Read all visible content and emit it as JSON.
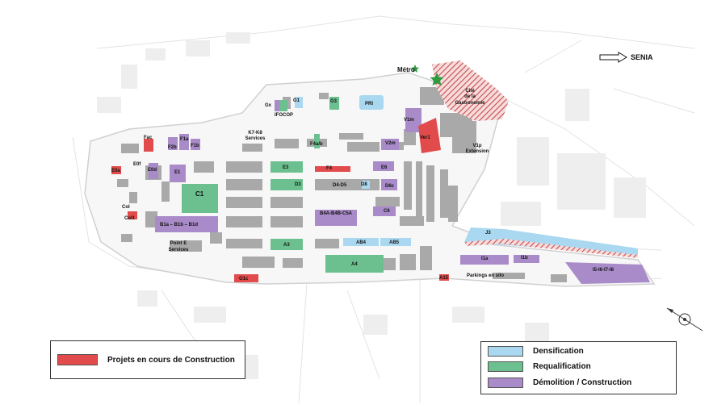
{
  "direction_label": "SENIA",
  "metro_label": "Métro",
  "legend_left": {
    "items": [
      {
        "label": "Projets en cours de Construction",
        "color": "#e14b4b"
      }
    ]
  },
  "legend_right": {
    "items": [
      {
        "label": "Densification",
        "color": "#a9d8f0"
      },
      {
        "label": "Requalification",
        "color": "#6cc08f"
      },
      {
        "label": "Démolition / Construction",
        "color": "#a98bc9"
      }
    ]
  },
  "colors": {
    "construction": "#e14b4b",
    "densification": "#a9d8f0",
    "requalification": "#6cc08f",
    "demolition": "#a98bc9",
    "existing_building": "#a9a9a9",
    "hatch": "#c94b4b",
    "metro_star": "#2f9a3f"
  },
  "zones": [
    {
      "label": "Gx",
      "category": "existing"
    },
    {
      "label": "G1",
      "category": "densification"
    },
    {
      "label": "G3",
      "category": "requalification"
    },
    {
      "label": "PRI",
      "category": "densification"
    },
    {
      "label": "IFOCOP",
      "category": "requalification"
    },
    {
      "label": "V1m",
      "category": "demolition"
    },
    {
      "label": "Ver1",
      "category": "construction"
    },
    {
      "label": "Cité de la Gastronomie",
      "category": "construction_hatched"
    },
    {
      "label": "V1p Extension",
      "category": "existing"
    },
    {
      "label": "V2m",
      "category": "demolition"
    },
    {
      "label": "K7-K8 Services",
      "category": "existing"
    },
    {
      "label": "F4a/b",
      "category": "requalification"
    },
    {
      "label": "Fac",
      "category": "construction"
    },
    {
      "label": "F2b",
      "category": "demolition"
    },
    {
      "label": "F1a",
      "category": "demolition"
    },
    {
      "label": "F1b",
      "category": "demolition"
    },
    {
      "label": "E0a",
      "category": "construction"
    },
    {
      "label": "E0f",
      "category": "existing"
    },
    {
      "label": "E0d",
      "category": "demolition"
    },
    {
      "label": "E1",
      "category": "demolition"
    },
    {
      "label": "E3",
      "category": "requalification"
    },
    {
      "label": "F4",
      "category": "construction"
    },
    {
      "label": "E6",
      "category": "demolition"
    },
    {
      "label": "C1",
      "category": "requalification"
    },
    {
      "label": "D3",
      "category": "requalification"
    },
    {
      "label": "D4-D5",
      "category": "existing"
    },
    {
      "label": "D8",
      "category": "densification"
    },
    {
      "label": "D6c",
      "category": "demolition"
    },
    {
      "label": "Col",
      "category": "existing"
    },
    {
      "label": "Col1",
      "category": "construction"
    },
    {
      "label": "B1a – B1b – B1d",
      "category": "demolition"
    },
    {
      "label": "B4A-B4B-C5A",
      "category": "demolition"
    },
    {
      "label": "C6",
      "category": "demolition"
    },
    {
      "label": "Point E Services",
      "category": "existing"
    },
    {
      "label": "A3",
      "category": "requalification"
    },
    {
      "label": "AB4",
      "category": "densification"
    },
    {
      "label": "AB5",
      "category": "densification"
    },
    {
      "label": "A4",
      "category": "requalification"
    },
    {
      "label": "O1c",
      "category": "construction"
    },
    {
      "label": "A15",
      "category": "construction"
    },
    {
      "label": "J3",
      "category": "densification"
    },
    {
      "label": "I1a",
      "category": "demolition"
    },
    {
      "label": "I1b",
      "category": "demolition"
    },
    {
      "label": "I5-I6-I7-I8",
      "category": "demolition"
    },
    {
      "label": "Parkings en silo",
      "category": "existing"
    }
  ]
}
